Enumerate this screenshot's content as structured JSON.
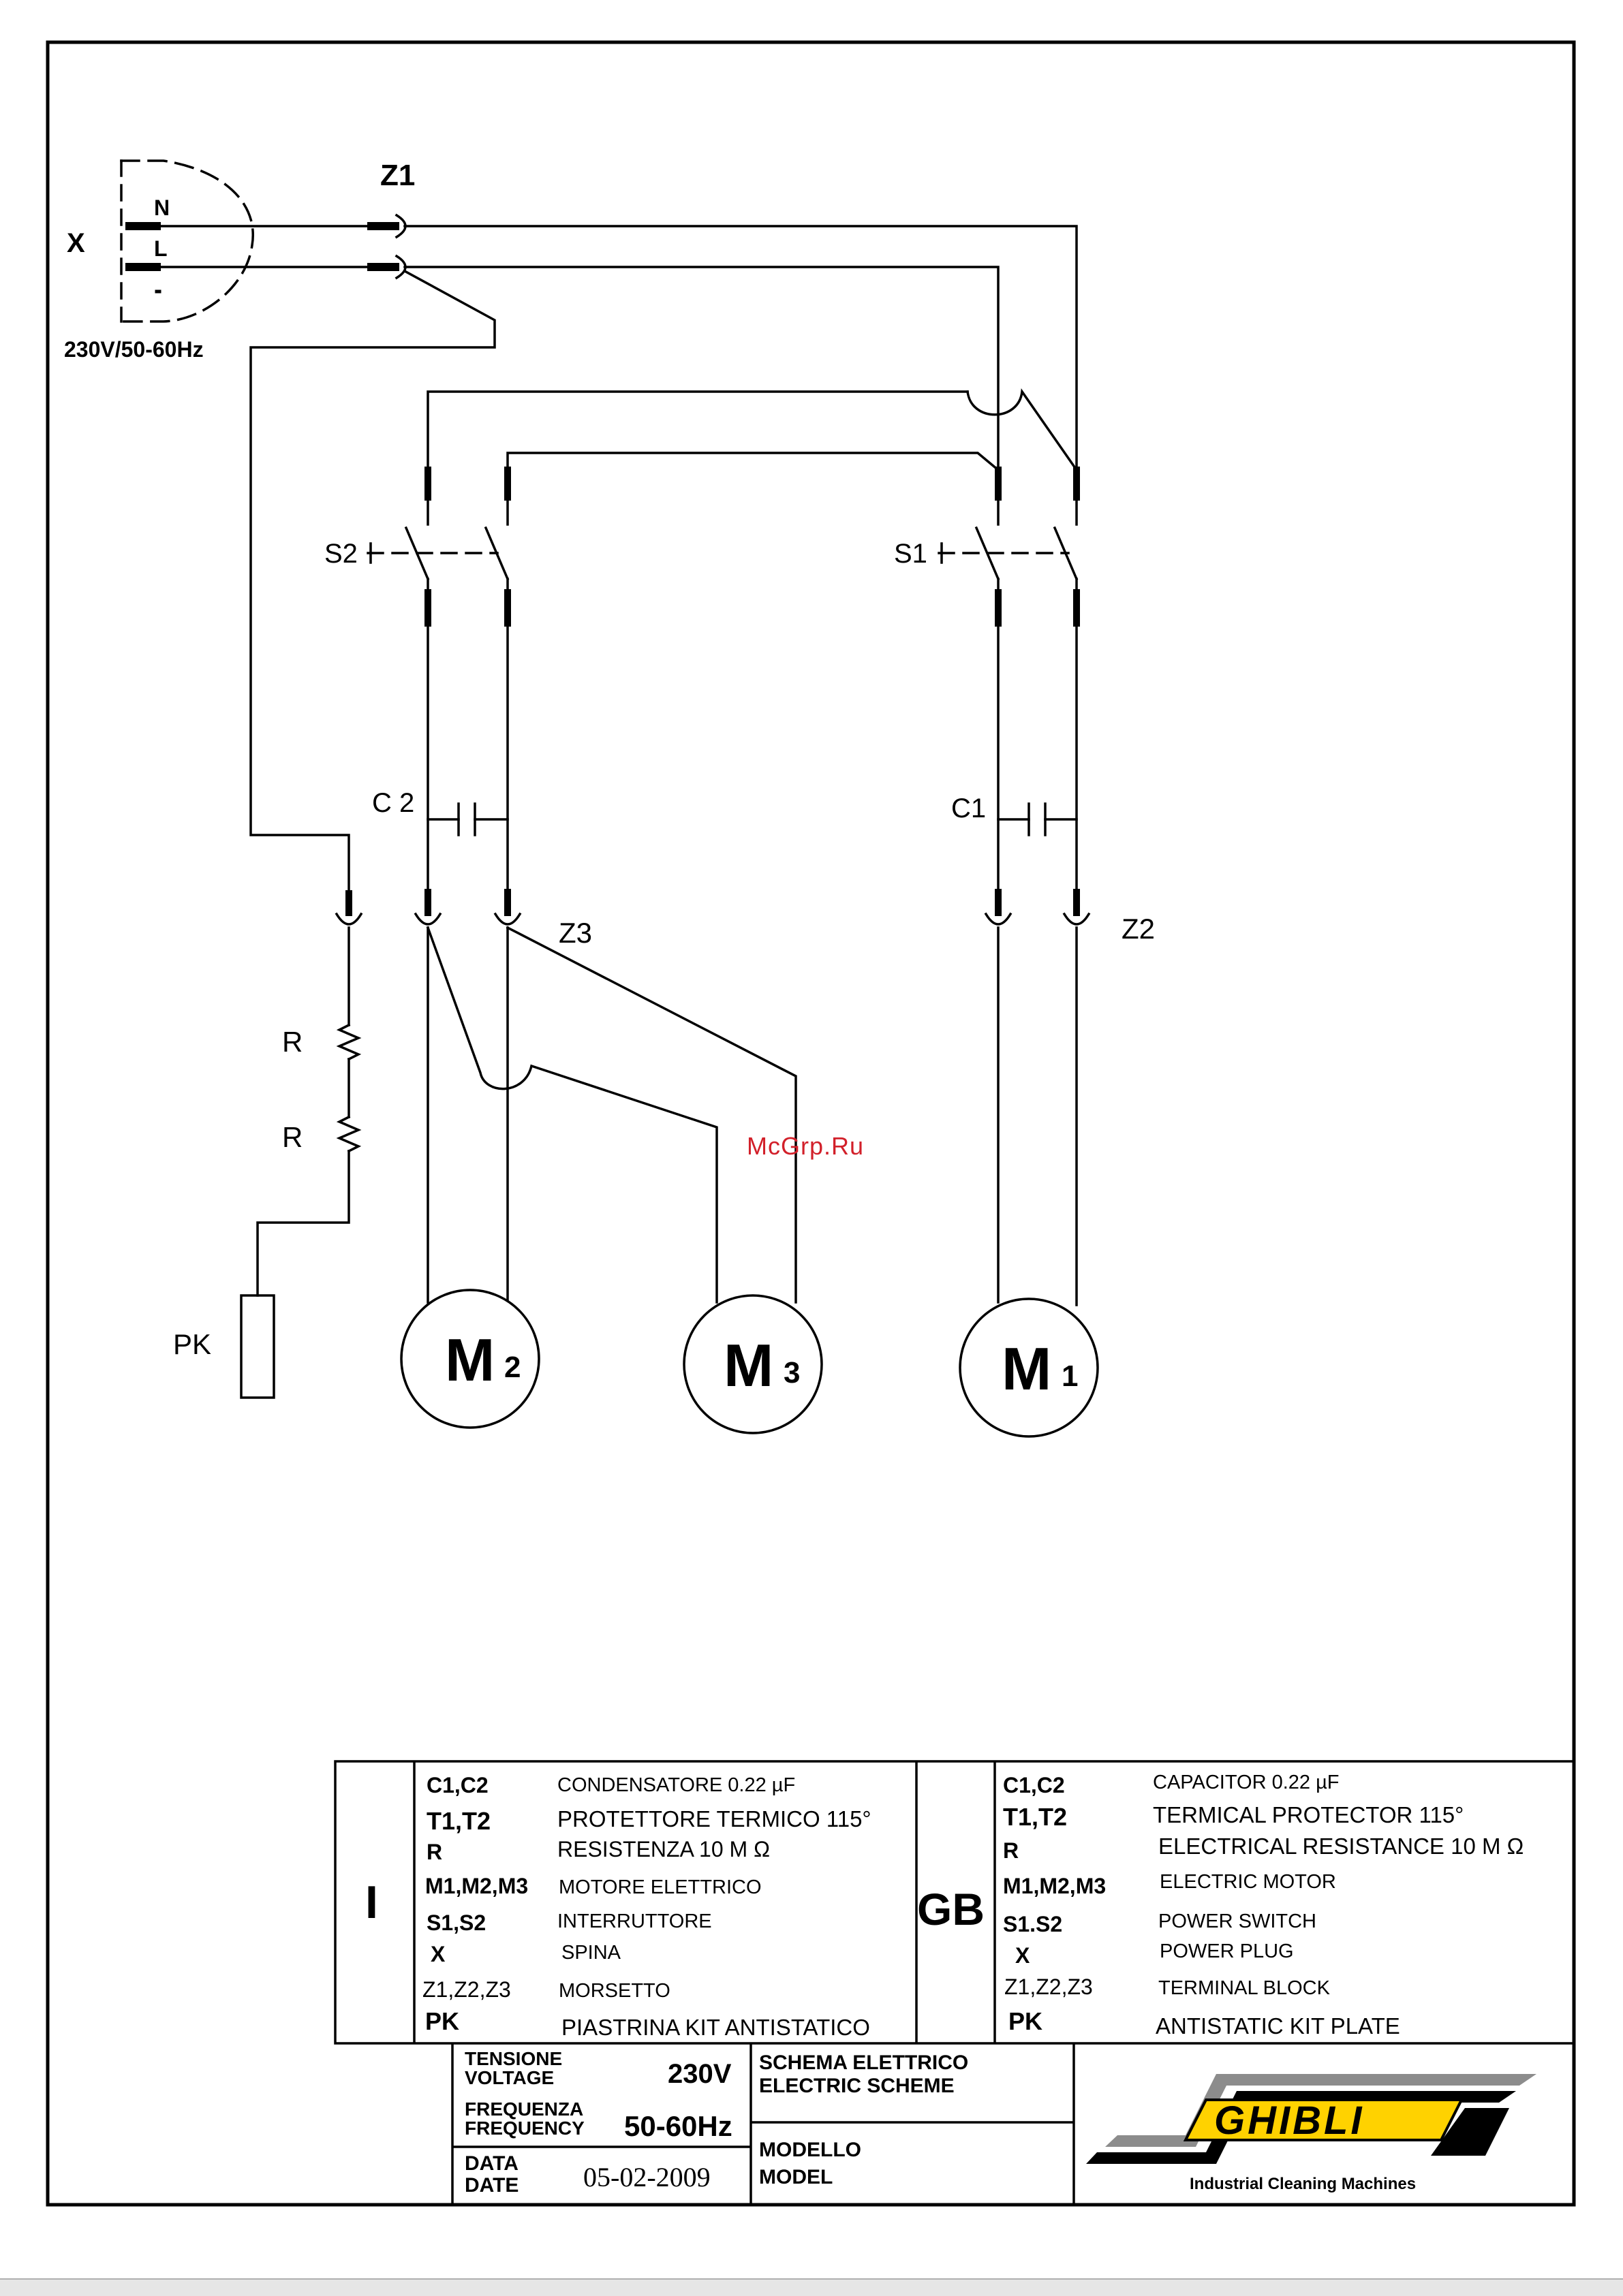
{
  "labels": {
    "plug": "X",
    "neutral": "N",
    "line": "L",
    "supply": "230V/50-60Hz",
    "z1": "Z1",
    "z2": "Z2",
    "z3": "Z3",
    "s1": "S1",
    "s2": "S2",
    "c1": "C1",
    "c2": "C 2",
    "r_top": "R",
    "r_bottom": "R",
    "pk": "PK"
  },
  "motors": [
    {
      "letter": "M",
      "index": "2"
    },
    {
      "letter": "M",
      "index": "3"
    },
    {
      "letter": "M",
      "index": "1"
    }
  ],
  "watermark": "McGrp.Ru",
  "legend": {
    "it": {
      "code": "I",
      "rows": [
        {
          "symbol": "C1,C2",
          "description": "CONDENSATORE   0.22  µF"
        },
        {
          "symbol": "T1,T2",
          "description": "PROTETTORE TERMICO  115°"
        },
        {
          "symbol": "R",
          "description": "RESISTENZA 10 M Ω"
        },
        {
          "symbol": "M1,M2,M3",
          "description": "MOTORE ELETTRICO"
        },
        {
          "symbol": "S1,S2",
          "description": "INTERRUTTORE"
        },
        {
          "symbol": "X",
          "description": "SPINA"
        },
        {
          "symbol": "Z1,Z2,Z3",
          "description": "MORSETTO"
        },
        {
          "symbol": "PK",
          "description": "PIASTRINA KIT ANTISTATICO"
        }
      ]
    },
    "gb": {
      "code": "GB",
      "rows": [
        {
          "symbol": "C1,C2",
          "description": "CAPACITOR  0.22  µF"
        },
        {
          "symbol": "T1,T2",
          "description": "TERMICAL PROTECTOR  115°"
        },
        {
          "symbol": "R",
          "description": "ELECTRICAL RESISTANCE 10 M Ω"
        },
        {
          "symbol": "M1,M2,M3",
          "description": "ELECTRIC MOTOR"
        },
        {
          "symbol": "S1.S2",
          "description": "POWER SWITCH"
        },
        {
          "symbol": "X",
          "description": "POWER PLUG"
        },
        {
          "symbol": "Z1,Z2,Z3",
          "description": "TERMINAL BLOCK"
        },
        {
          "symbol": "PK",
          "description": "ANTISTATIC KIT  PLATE"
        }
      ]
    }
  },
  "title_block": {
    "voltage_label_it": "TENSIONE",
    "voltage_label_en": "VOLTAGE",
    "voltage_value": "230V",
    "frequency_label_it": "FREQUENZA",
    "frequency_label_en": "FREQUENCY",
    "frequency_value": "50-60Hz",
    "date_label_it": "DATA",
    "date_label_en": "DATE",
    "date_value": "05-02-2009",
    "scheme_label_it": "SCHEMA ELETTRICO",
    "scheme_label_en": "ELECTRIC SCHEME",
    "model_label_it": "MODELLO",
    "model_label_en": "MODEL",
    "model_value": ""
  },
  "logo": {
    "brand": "GHIBLI",
    "registered": "®",
    "tagline": "Industrial Cleaning Machines",
    "colors": {
      "yellow": "#ffd200",
      "grey": "#8c8c8c",
      "black": "#000000"
    }
  }
}
